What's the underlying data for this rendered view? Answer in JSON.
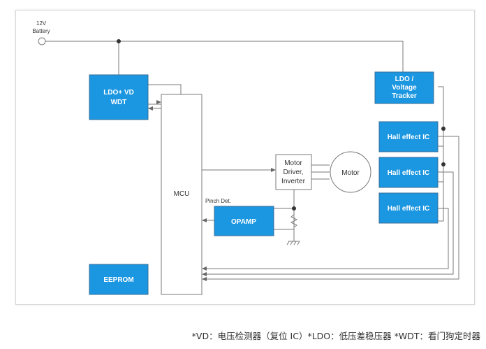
{
  "battery": {
    "voltage": "12V",
    "label": "Battery"
  },
  "blocks": {
    "ldo_vd_wdt": {
      "line1": "LDO+ VD",
      "line2": "WDT"
    },
    "ldo_tracker": {
      "line1": "LDO /",
      "line2": "Voltage",
      "line3": "Tracker"
    },
    "mcu": "MCU",
    "motor_driver": {
      "line1": "Motor",
      "line2": "Driver,",
      "line3": "Inverter"
    },
    "motor": "Motor",
    "opamp": "OPAMP",
    "pinch_det": "Pinch Det.",
    "eeprom": "EEPROM",
    "hall_sensors": [
      "Hall effect IC",
      "Hall effect IC",
      "Hall effect IC"
    ]
  },
  "colors": {
    "block_blue": "#1b96e0",
    "wire": "#7a7a7a"
  },
  "footnote": "*VD：电压检测器（复位 IC）*LDO：低压差稳压器 *WDT：看门狗定时器"
}
